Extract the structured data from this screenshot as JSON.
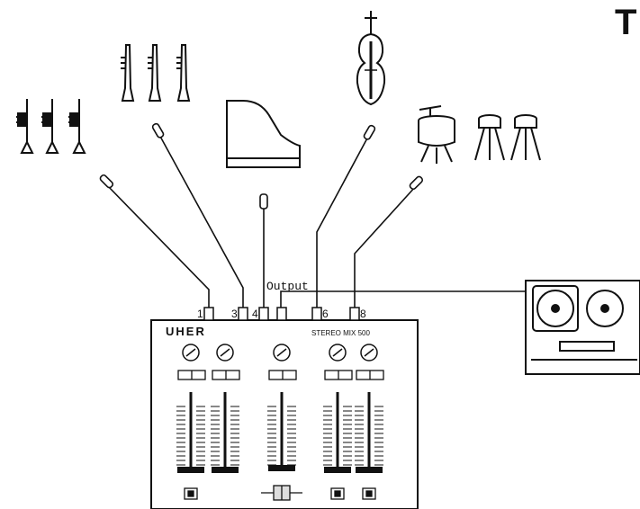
{
  "corner_letter": "T",
  "output_label": "Output",
  "mixer": {
    "brand": "UHER",
    "model": "STEREO  MIX  500",
    "input_numbers": [
      "1",
      "3",
      "4",
      "6",
      "8"
    ]
  },
  "instruments": [
    "trumpets",
    "clarinets",
    "grand-piano",
    "violin",
    "drum-kit"
  ],
  "colors": {
    "ink": "#111111",
    "paper": "#ffffff"
  }
}
